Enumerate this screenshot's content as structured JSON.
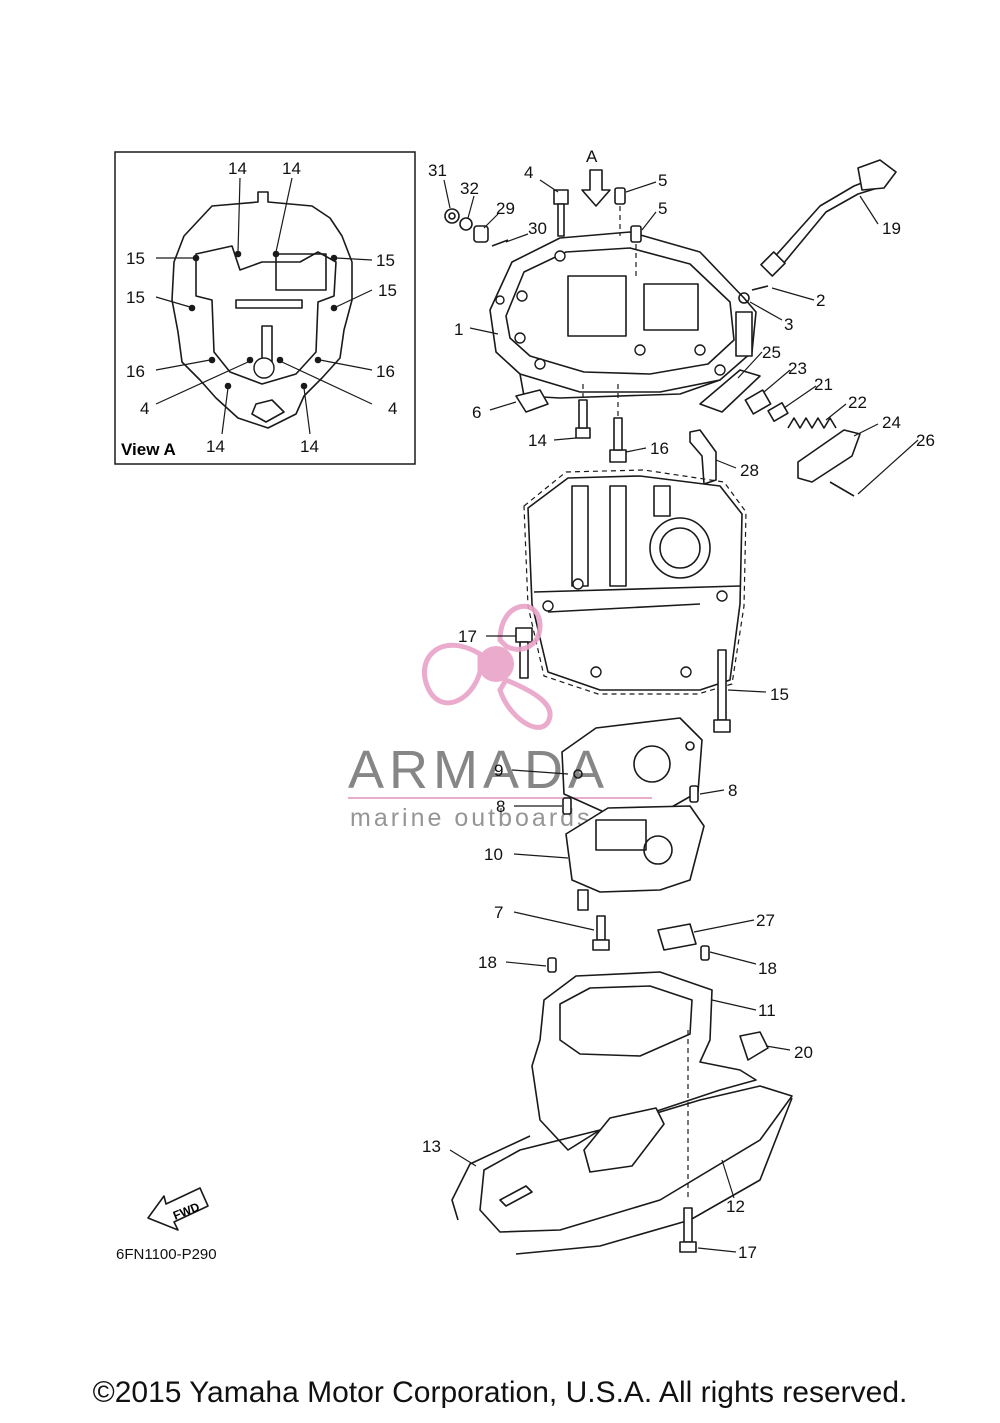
{
  "view_a": {
    "title": "View A",
    "labels": [
      "14",
      "14",
      "15",
      "15",
      "15",
      "15",
      "16",
      "16",
      "4",
      "4",
      "14",
      "14"
    ]
  },
  "view_arrow_label": "A",
  "callouts": [
    "31",
    "32",
    "29",
    "30",
    "4",
    "5",
    "5",
    "19",
    "2",
    "3",
    "1",
    "25",
    "23",
    "21",
    "22",
    "24",
    "26",
    "6",
    "14",
    "16",
    "28",
    "17",
    "15",
    "9",
    "8",
    "8",
    "10",
    "7",
    "27",
    "18",
    "18",
    "11",
    "20",
    "13",
    "12",
    "17"
  ],
  "fwd_label": "FWD",
  "drawing_code": "6FN1100-P290",
  "watermark": {
    "name": "ARMADA",
    "tagline": "marine outboards",
    "color": "#e8a2c8"
  },
  "copyright": "©2015 Yamaha Motor Corporation, U.S.A. All rights reserved."
}
